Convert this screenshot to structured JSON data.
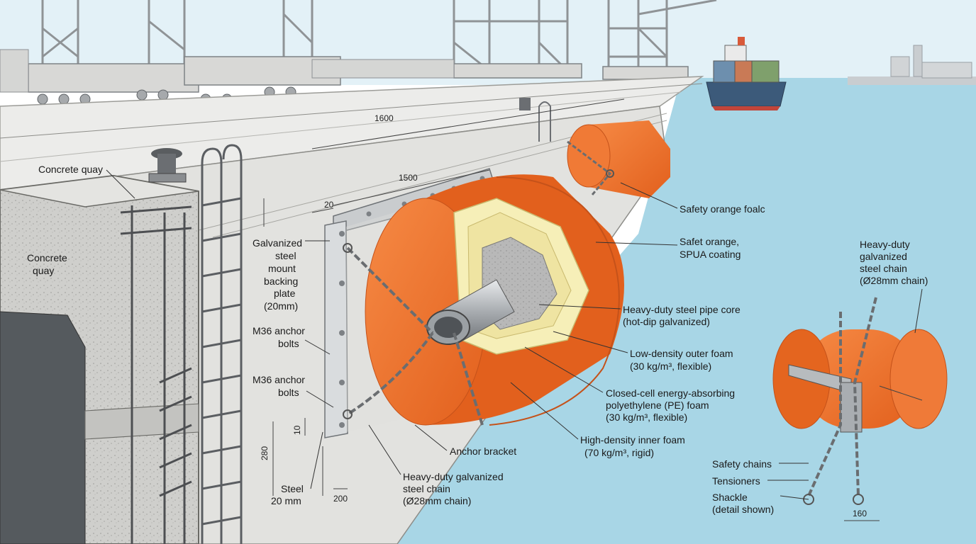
{
  "labels": {
    "concrete_quay_top": "Concrete quay",
    "concrete_quay_side_1": "Concrete",
    "concrete_quay_side_2": "quay",
    "backing_plate_1": "Galvanized",
    "backing_plate_2": "steel",
    "backing_plate_3": "mount",
    "backing_plate_4": "backing",
    "backing_plate_5": "plate",
    "backing_plate_6": "(20mm)",
    "anchor_bolts_a_1": "M36 anchor",
    "anchor_bolts_a_2": "bolts",
    "anchor_bolts_b_1": "M36 anchor",
    "anchor_bolts_b_2": "bolts",
    "steel_1": "Steel",
    "steel_2": "20 mm",
    "safety_foam": "Safety orange foalc",
    "coating_1": "Safet orange,",
    "coating_2": "SPUA coating",
    "pipe_core_1": "Heavy-duty steel pipe core",
    "pipe_core_2": "(hot-dip galvanized)",
    "outer_foam_1": "Low-density outer foam",
    "outer_foam_2": "(30 kg/m³, flexible)",
    "pe_foam_1": "Closed-cell energy-absorbing",
    "pe_foam_2": "polyethylene (PE) foam",
    "pe_foam_3": "(30 kg/m³, flexible)",
    "inner_foam_1": "High-density inner foam",
    "inner_foam_2": "(70 kg/m³, rigid)",
    "anchor_bracket": "Anchor bracket",
    "chain_main_1": "Heavy-duty galvanized",
    "chain_main_2": "steel chain",
    "chain_main_3": "(Ø28mm chain)",
    "chain_detail_1": "Heavy-duty",
    "chain_detail_2": "galvanized",
    "chain_detail_3": "steel chain",
    "chain_detail_4": "(Ø28mm chain)",
    "safety_chains": "Safety chains",
    "tensioners": "Tensioners",
    "shackle_1": "Shackle",
    "shackle_2": "(detail shown)"
  },
  "dimensions": {
    "d1600": "1600",
    "d1500": "1500",
    "d20": "20",
    "d10": "10",
    "d280": "280",
    "d200": "200",
    "d160": "160"
  },
  "colors": {
    "fender_orange": "#f0702a",
    "concrete": "#d9d9d7",
    "water": "#a8d6e6",
    "sky": "#e3f1f7",
    "foam_yellow": "#f6efb8",
    "steel": "#b9bcbf"
  }
}
